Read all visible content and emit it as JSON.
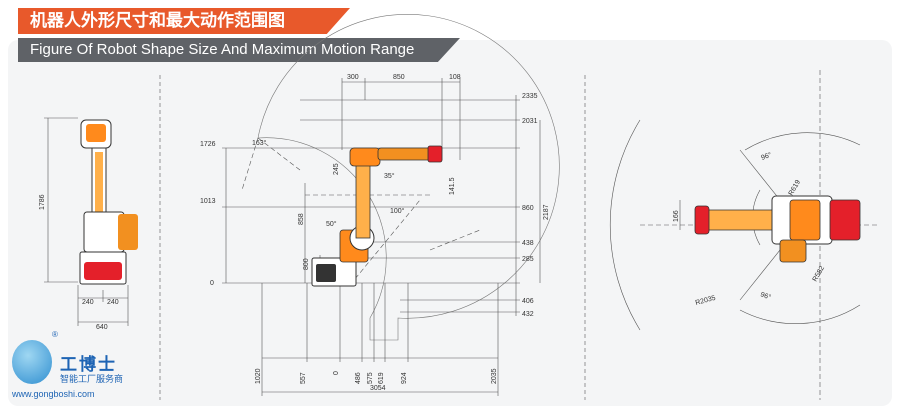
{
  "title_cn": "机器人外形尺寸和最大动作范围图",
  "title_en": "Figure Of Robot Shape Size And Maximum Motion Range",
  "front_view": {
    "height": "1786",
    "base_left": "240",
    "base_right": "240",
    "width": "640"
  },
  "side_view": {
    "top": [
      "300",
      "850",
      "108"
    ],
    "right": [
      "2335",
      "2031",
      "2187",
      "860",
      "438",
      "285",
      "406",
      "432"
    ],
    "left": [
      "1726",
      "1013",
      "0",
      "858",
      "800"
    ],
    "inner": [
      "245",
      "141.5",
      "163°",
      "35°",
      "50°",
      "100°"
    ],
    "bottom": [
      "1020",
      "557",
      "0",
      "486",
      "575",
      "619",
      "924",
      "2035"
    ],
    "total": "3054"
  },
  "top_view": {
    "labels": [
      "96°",
      "96°",
      "R619",
      "R582",
      "R2035",
      "166"
    ]
  },
  "logo": {
    "name": "工博士",
    "sub": "智能工厂服务商",
    "url": "www.gongboshi.com",
    "reg": "®"
  }
}
